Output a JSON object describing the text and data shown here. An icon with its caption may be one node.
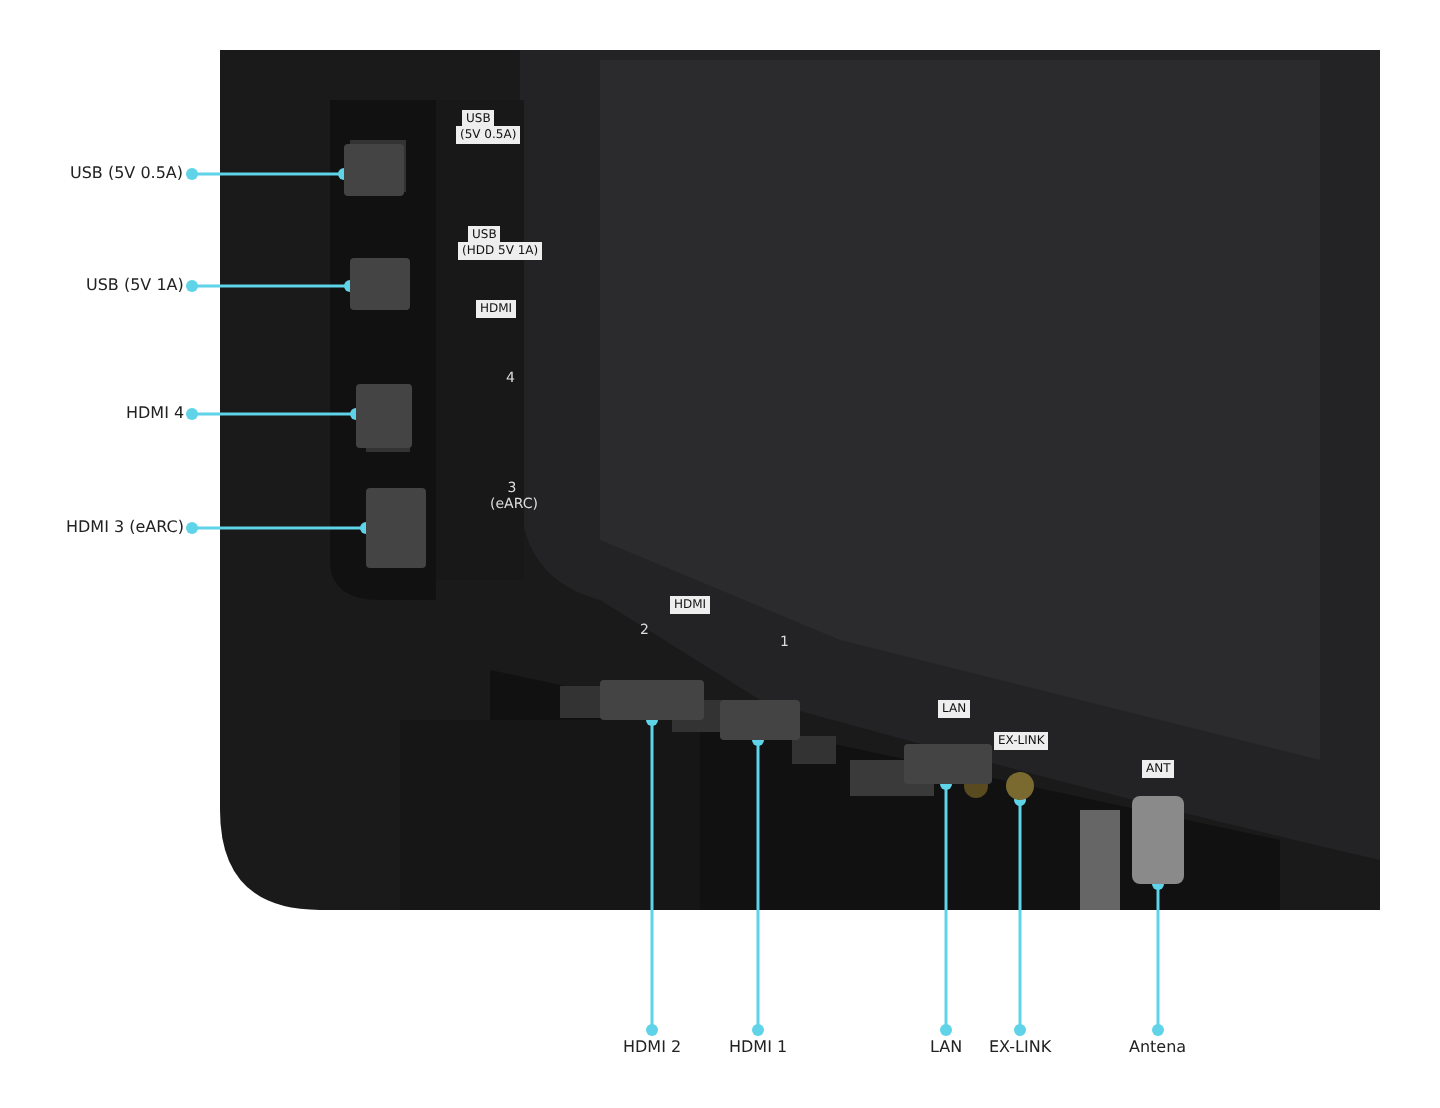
{
  "diagram": {
    "nodes": [
      {
        "text": [
          "USB (5V 0.5A)"
        ]
      },
      {
        "text": [
          "USB (5V 1A)"
        ]
      },
      {
        "text": [
          "HDMI 4"
        ]
      },
      {
        "text": [
          "HDMI 3 (eARC)"
        ]
      },
      {
        "text": [
          "HDMI 2"
        ]
      },
      {
        "text": [
          "HDMI 1"
        ]
      },
      {
        "text": [
          "LAN"
        ]
      },
      {
        "text": [
          "EX-LINK"
        ]
      },
      {
        "text": [
          "Antena"
        ]
      },
      {
        "text": [],
        "shape": "box"
      },
      {
        "text": [],
        "shape": "box"
      },
      {
        "text": [],
        "shape": "box"
      },
      {
        "text": [],
        "shape": "box"
      },
      {
        "text": [],
        "shape": "box"
      },
      {
        "text": [],
        "shape": "box"
      },
      {
        "text": [],
        "shape": "box"
      },
      {
        "text": [],
        "shape": "circle"
      },
      {
        "text": [],
        "shape": "cylinder"
      }
    ],
    "edges": [
      {
        "from": 0,
        "to": 9,
        "arrow": "other"
      },
      {
        "from": 1,
        "to": 10,
        "arrow": "other"
      },
      {
        "from": 2,
        "to": 11,
        "arrow": "other"
      },
      {
        "from": 3,
        "to": 12,
        "arrow": "other"
      },
      {
        "from": 4,
        "to": 13,
        "arrow": "other"
      },
      {
        "from": 5,
        "to": 14,
        "arrow": "other"
      },
      {
        "from": 6,
        "to": 15,
        "arrow": "other"
      },
      {
        "from": 7,
        "to": 16,
        "arrow": "other"
      },
      {
        "from": 8,
        "to": 17,
        "arrow": "other"
      }
    ],
    "labels": [
      "USB",
      "(5V 0.5A)",
      "USB",
      "(HDD 5V 1A)",
      "HDMI",
      "4",
      "3 (eARC)",
      "HDMI",
      "2",
      "1",
      "LAN",
      "EX-LINK",
      "ANT"
    ]
  }
}
